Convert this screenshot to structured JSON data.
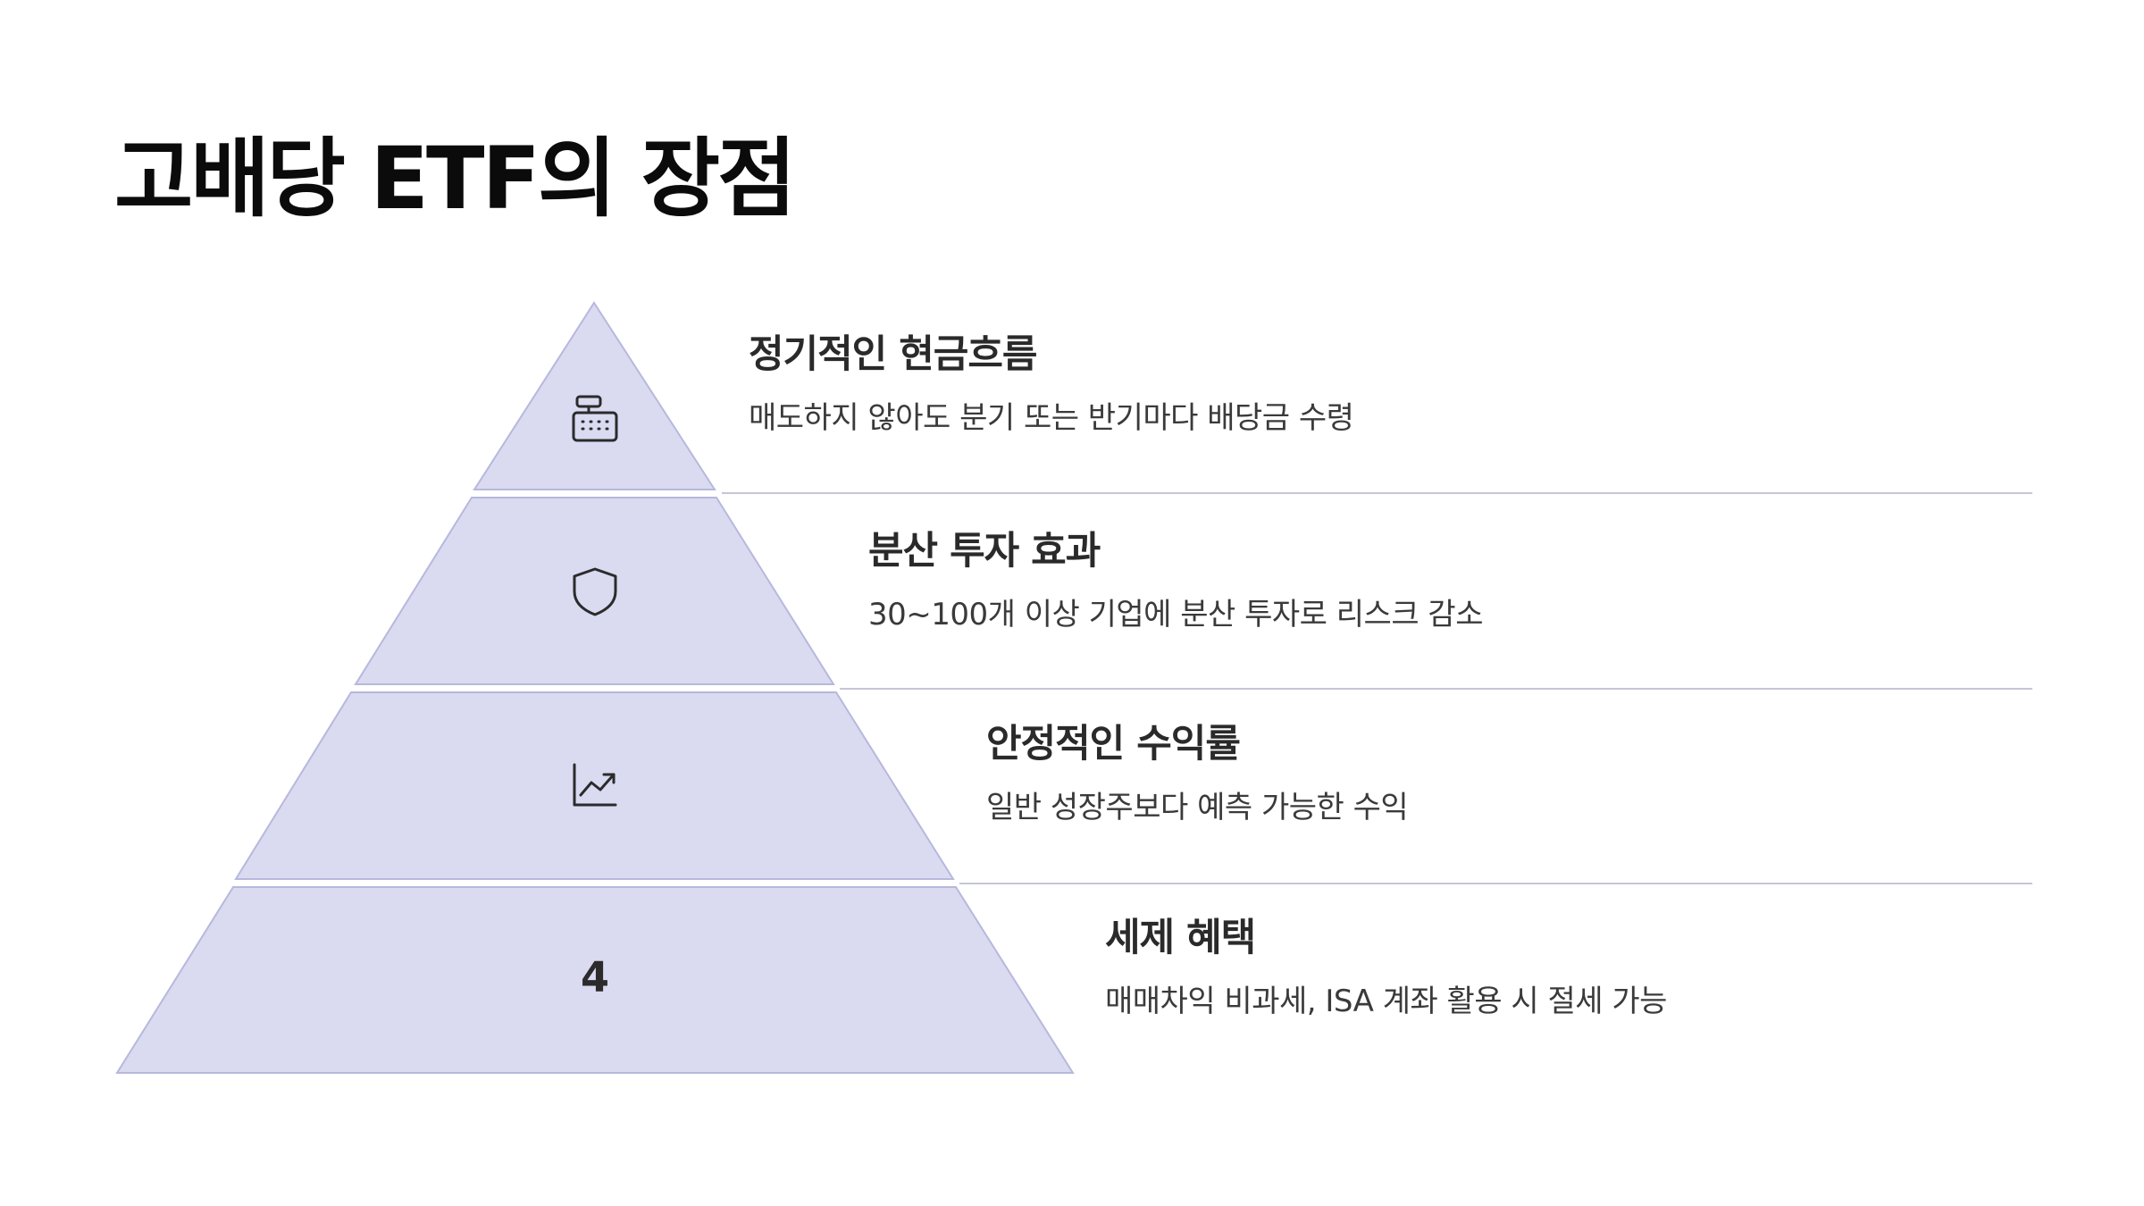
{
  "title": "고배당 ETF의 장점",
  "colors": {
    "tier_fill": "#dadaf1",
    "tier_stroke": "#b7b8dc",
    "divider": "#c6c6d8",
    "heading_text": "#2a2a2a",
    "body_text": "#3a3a3a"
  },
  "tiers": [
    {
      "icon": "cash-register-icon",
      "heading": "정기적인 현금흐름",
      "description": "매도하지 않아도 분기 또는 반기마다 배당금 수령"
    },
    {
      "icon": "shield-icon",
      "heading": "분산 투자 효과",
      "description": "30~100개 이상 기업에 분산 투자로 리스크 감소"
    },
    {
      "icon": "trending-chart-icon",
      "heading": "안정적인 수익률",
      "description": "일반 성장주보다 예측 가능한 수익"
    },
    {
      "number": "4",
      "heading": "세제 혜택",
      "description": "매매차익 비과세, ISA 계좌 활용 시 절세 가능"
    }
  ]
}
